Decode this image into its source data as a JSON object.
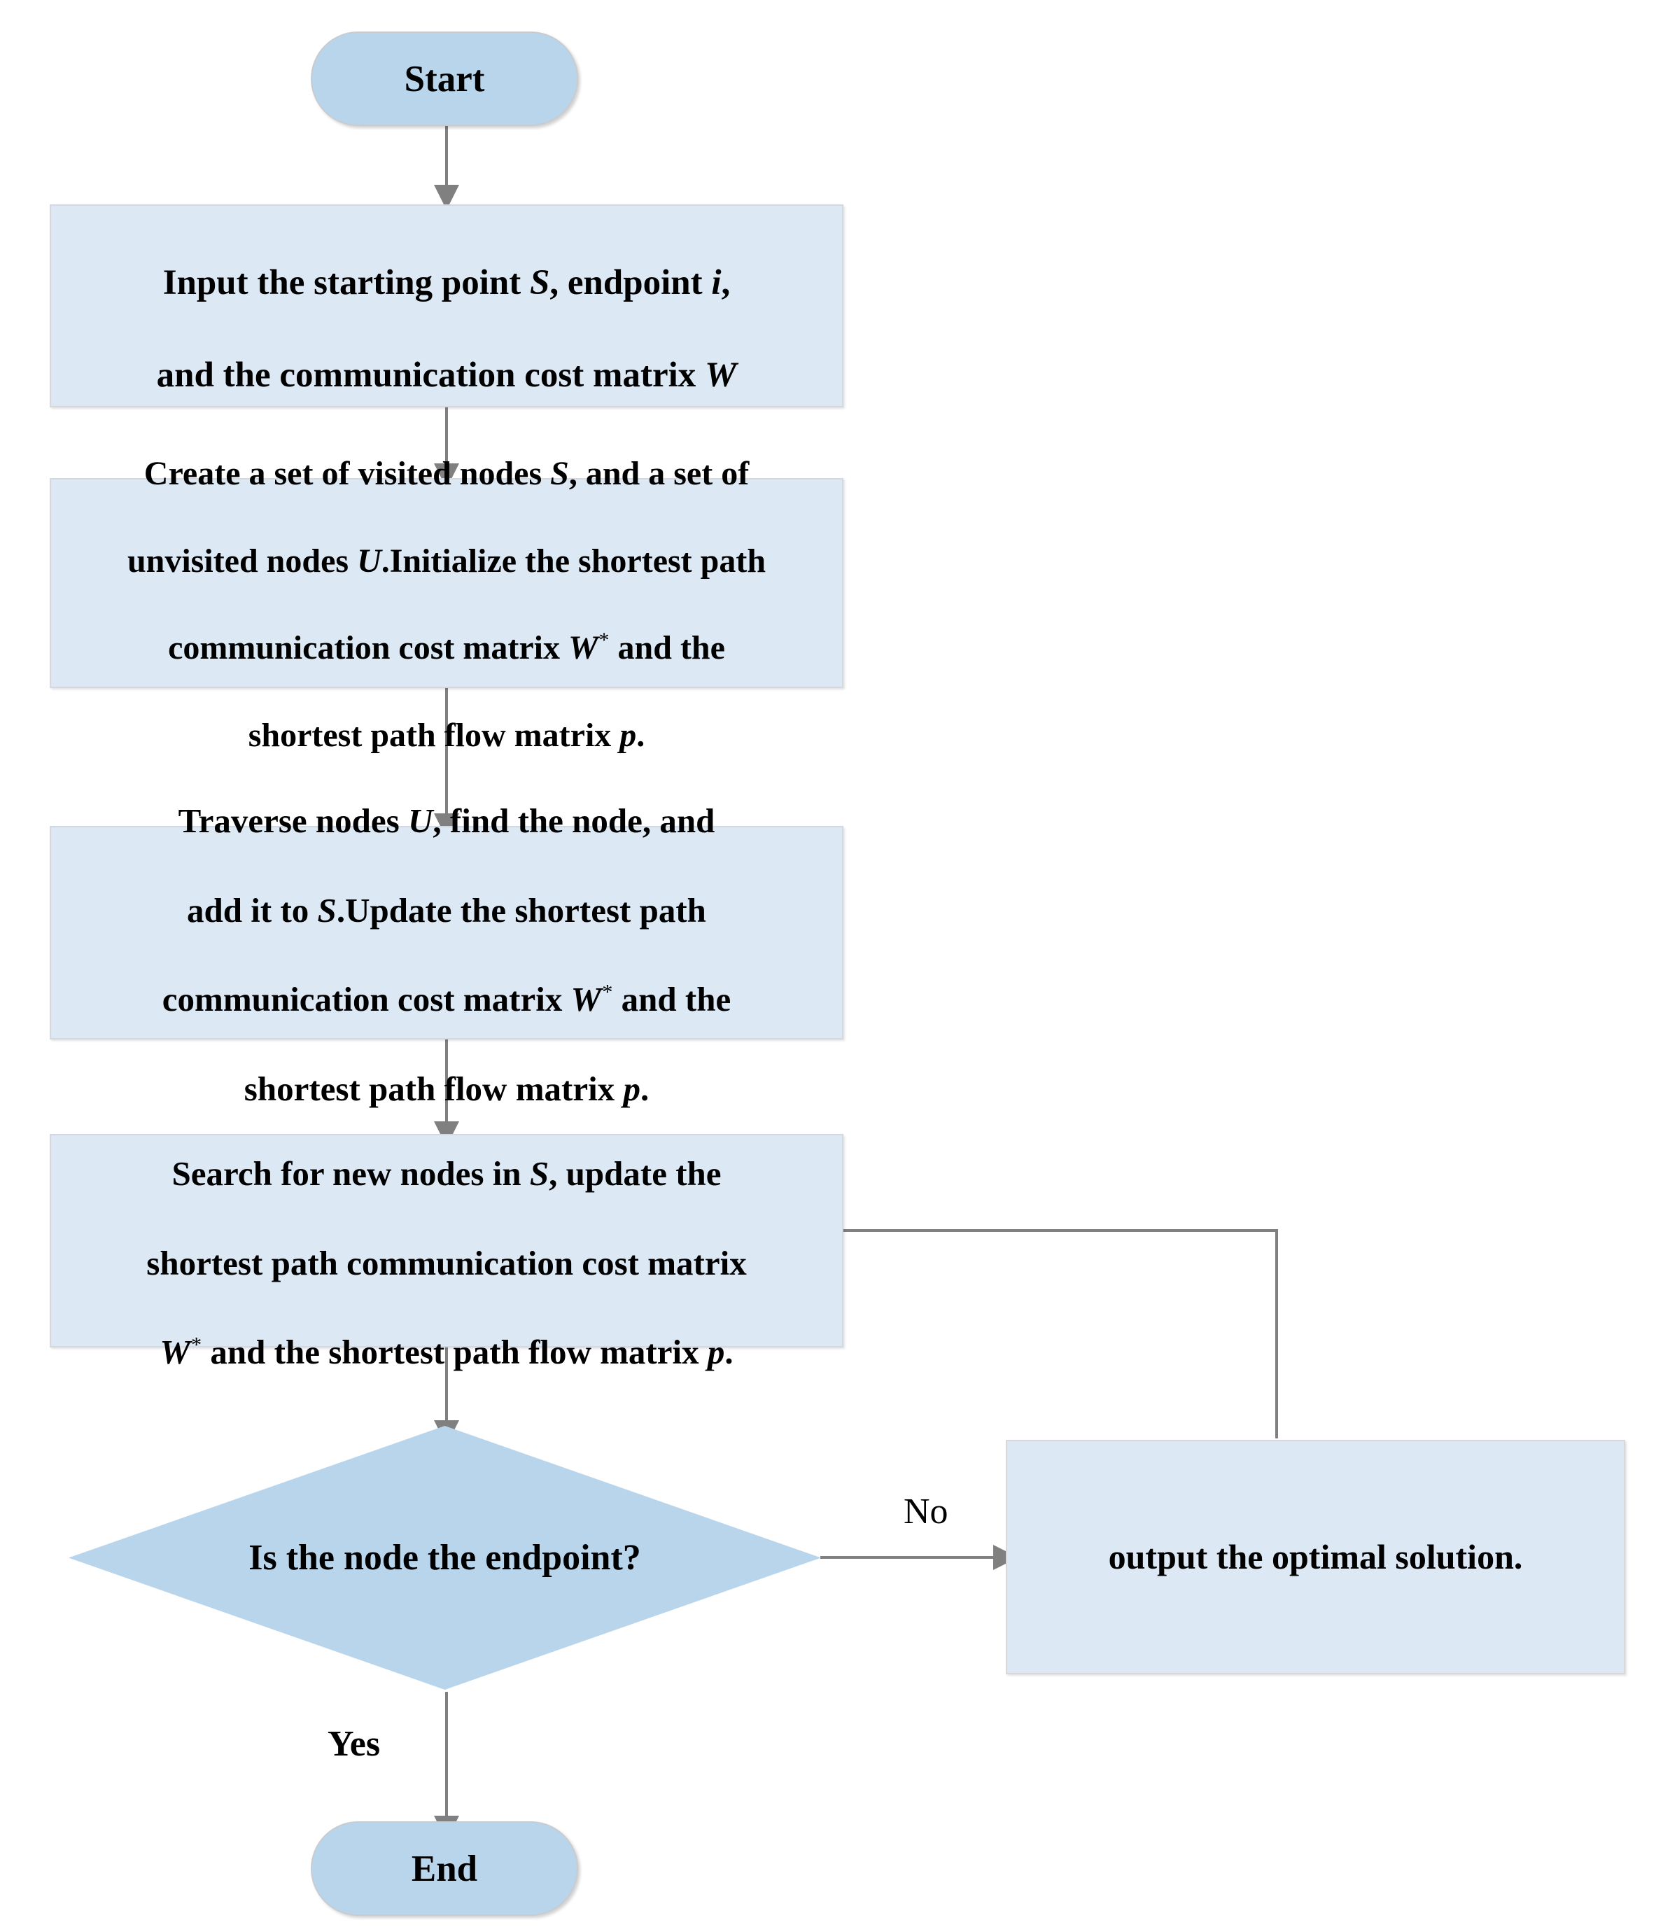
{
  "diagram": {
    "title": "Dijkstra shortest path algorithm flowchart",
    "type": "flowchart",
    "colors": {
      "terminator_fill": "#b9d5ec",
      "process_fill": "#dce8f4",
      "shape_border": "#d5d9dd",
      "connector": "#808080",
      "text": "#000000",
      "background": "#ffffff"
    }
  },
  "nodes": {
    "start": {
      "shape": "terminator",
      "label": "Start"
    },
    "input": {
      "shape": "process",
      "lines": [
        "Input the starting point S, endpoint i,",
        "and the communication cost matrix W"
      ],
      "plain": "Input the starting point S, endpoint i, and the communication cost matrix W"
    },
    "create_sets": {
      "shape": "process",
      "lines": [
        "Create a set of visited nodes S, and a set of",
        "unvisited nodes U.Initialize the shortest path",
        "communication cost matrix W* and the",
        "shortest path flow matrix p."
      ],
      "plain": "Create a set of visited nodes S, and a set of unvisited nodes U.Initialize the shortest path communication cost matrix W* and the shortest path flow matrix p."
    },
    "traverse": {
      "shape": "process",
      "lines": [
        "Traverse nodes U, find the node, and",
        "add it to S.Update the shortest path",
        "communication cost matrix W* and the",
        "shortest path flow matrix p."
      ],
      "plain": "Traverse nodes U, find the node, and add it to S.Update the shortest path communication cost matrix W* and the shortest path flow matrix p."
    },
    "search_new": {
      "shape": "process",
      "lines": [
        "Search for new nodes in S, update the",
        "shortest path communication cost matrix",
        "W* and the shortest path flow matrix p."
      ],
      "plain": "Search for new nodes in S, update the shortest path communication cost matrix W* and the shortest path flow matrix p."
    },
    "decision": {
      "shape": "decision",
      "label": "Is the node the endpoint?"
    },
    "output": {
      "shape": "process",
      "label": "output the optimal solution."
    },
    "end": {
      "shape": "terminator",
      "label": "End"
    }
  },
  "edge_labels": {
    "no": "No",
    "yes": "Yes"
  },
  "edges": [
    {
      "from": "start",
      "to": "input",
      "label": ""
    },
    {
      "from": "input",
      "to": "create_sets",
      "label": ""
    },
    {
      "from": "create_sets",
      "to": "traverse",
      "label": ""
    },
    {
      "from": "traverse",
      "to": "search_new",
      "label": ""
    },
    {
      "from": "search_new",
      "to": "decision",
      "label": ""
    },
    {
      "from": "decision",
      "to": "output",
      "label": "No"
    },
    {
      "from": "decision",
      "to": "end",
      "label": "Yes"
    },
    {
      "from": "output",
      "to": "search_new",
      "label": ""
    }
  ]
}
